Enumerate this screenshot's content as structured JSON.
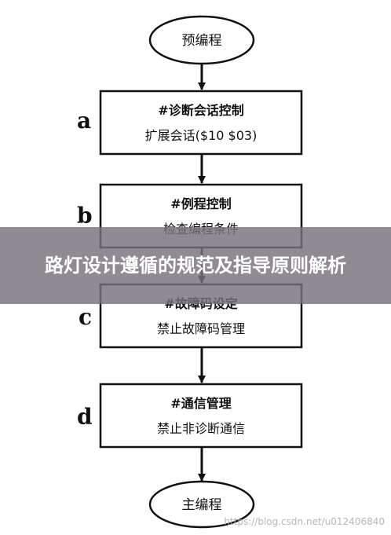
{
  "start": {
    "label": "预编程"
  },
  "end": {
    "label": "主编程"
  },
  "steps": [
    {
      "letter": "a",
      "title": "#诊断会话控制",
      "subtitle": "扩展会话($10 $03)"
    },
    {
      "letter": "b",
      "title": "#例程控制",
      "subtitle": "检查编程条件"
    },
    {
      "letter": "c",
      "title": "#故障码设定",
      "subtitle": "禁止故障码管理"
    },
    {
      "letter": "d",
      "title": "#通信管理",
      "subtitle": "禁止非诊断通信"
    }
  ],
  "banner": {
    "title": "路灯设计遵循的规范及指导原则解析"
  },
  "watermark": {
    "text": "https://blog.csdn.net/u012406840"
  }
}
